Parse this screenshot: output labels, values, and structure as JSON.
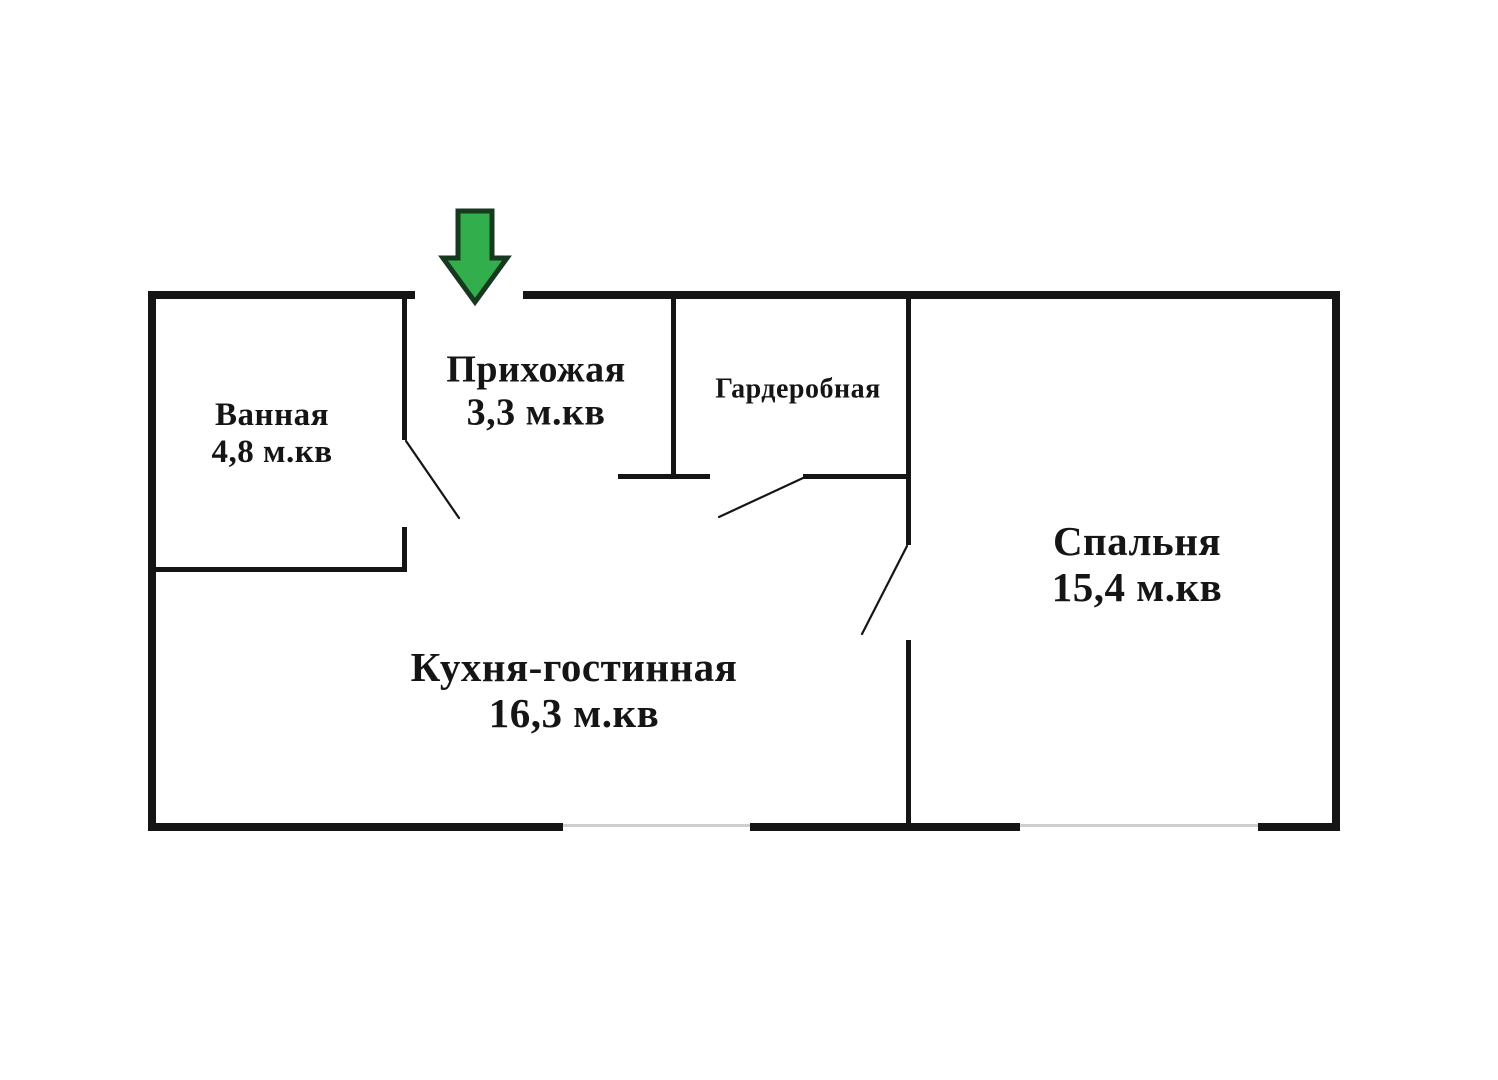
{
  "page": {
    "background": "#ffffff"
  },
  "plan": {
    "colors": {
      "wall": "#151515",
      "window": "#cfcfcf",
      "text": "#151515",
      "arrow_fill": "#32ae4c",
      "arrow_outline": "#16391f"
    },
    "entrance_arrow": {
      "direction": "down"
    },
    "rooms": {
      "bathroom": {
        "name": "Ванная",
        "area": "4,8 м.кв"
      },
      "hallway": {
        "name": "Прихожая",
        "area": "3,3 м.кв"
      },
      "wardrobe": {
        "name": "Гардеробная",
        "area": ""
      },
      "kitchen_living": {
        "name": "Кухня-гостинная",
        "area": "16,3 м.кв"
      },
      "bedroom": {
        "name": "Спальня",
        "area": "15,4 м.кв"
      }
    }
  }
}
